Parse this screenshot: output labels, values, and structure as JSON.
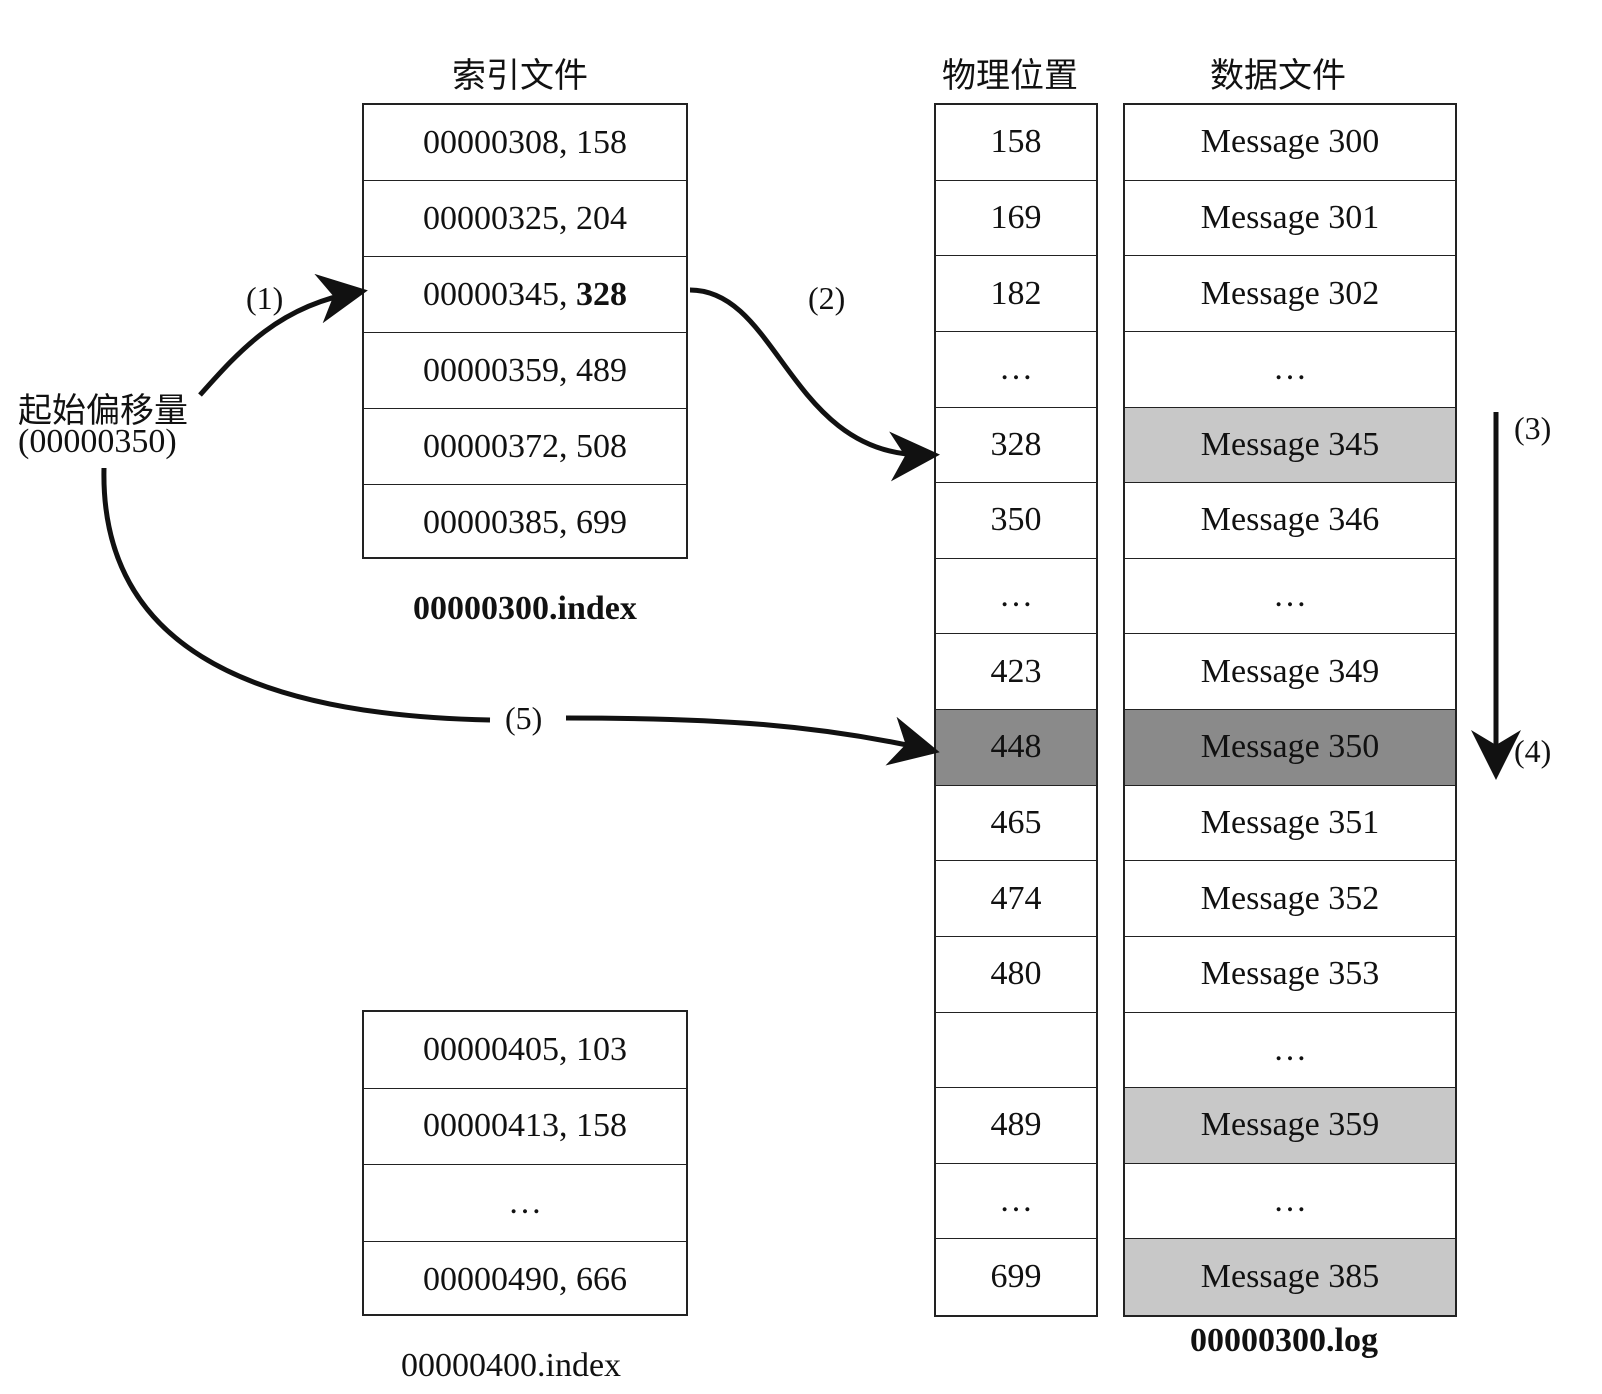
{
  "headings": {
    "index_file": "索引文件",
    "physical_position": "物理位置",
    "data_file": "数据文件"
  },
  "start": {
    "label": "起始偏移量",
    "offset": "(00000350)"
  },
  "steps": {
    "s1": "(1)",
    "s2": "(2)",
    "s3": "(3)",
    "s4": "(4)",
    "s5": "(5)"
  },
  "index_file_1": {
    "name": "00000300.index",
    "rows": [
      {
        "offset": "00000308,",
        "pos": "158",
        "bold": false
      },
      {
        "offset": "00000325,",
        "pos": "204",
        "bold": false
      },
      {
        "offset": "00000345,",
        "pos": "328",
        "bold": true
      },
      {
        "offset": "00000359,",
        "pos": "489",
        "bold": false
      },
      {
        "offset": "00000372,",
        "pos": "508",
        "bold": false
      },
      {
        "offset": "00000385,",
        "pos": "699",
        "bold": false
      }
    ]
  },
  "index_file_2": {
    "name": "00000400.index",
    "rows": [
      {
        "offset": "00000405,",
        "pos": "103",
        "bold": false
      },
      {
        "offset": "00000413,",
        "pos": "158",
        "bold": false
      },
      {
        "offset": "…",
        "pos": "",
        "bold": false
      },
      {
        "offset": "00000490,",
        "pos": "666",
        "bold": false
      }
    ]
  },
  "physical_positions": [
    "158",
    "169",
    "182",
    "…",
    "328",
    "350",
    "…",
    "423",
    "448",
    "465",
    "474",
    "480",
    "",
    "489",
    "…",
    "699"
  ],
  "data_file": {
    "name": "00000300.log",
    "rows": [
      {
        "text": "Message 300",
        "shade": "none"
      },
      {
        "text": "Message 301",
        "shade": "none"
      },
      {
        "text": "Message 302",
        "shade": "none"
      },
      {
        "text": "…",
        "shade": "none"
      },
      {
        "text": "Message 345",
        "shade": "light"
      },
      {
        "text": "Message 346",
        "shade": "none"
      },
      {
        "text": "…",
        "shade": "none"
      },
      {
        "text": "Message 349",
        "shade": "none"
      },
      {
        "text": "Message 350",
        "shade": "dark"
      },
      {
        "text": "Message 351",
        "shade": "none"
      },
      {
        "text": "Message 352",
        "shade": "none"
      },
      {
        "text": "Message 353",
        "shade": "none"
      },
      {
        "text": "…",
        "shade": "none"
      },
      {
        "text": "Message 359",
        "shade": "light"
      },
      {
        "text": "…",
        "shade": "none"
      },
      {
        "text": "Message 385",
        "shade": "light"
      }
    ]
  },
  "highlight_row": "448"
}
